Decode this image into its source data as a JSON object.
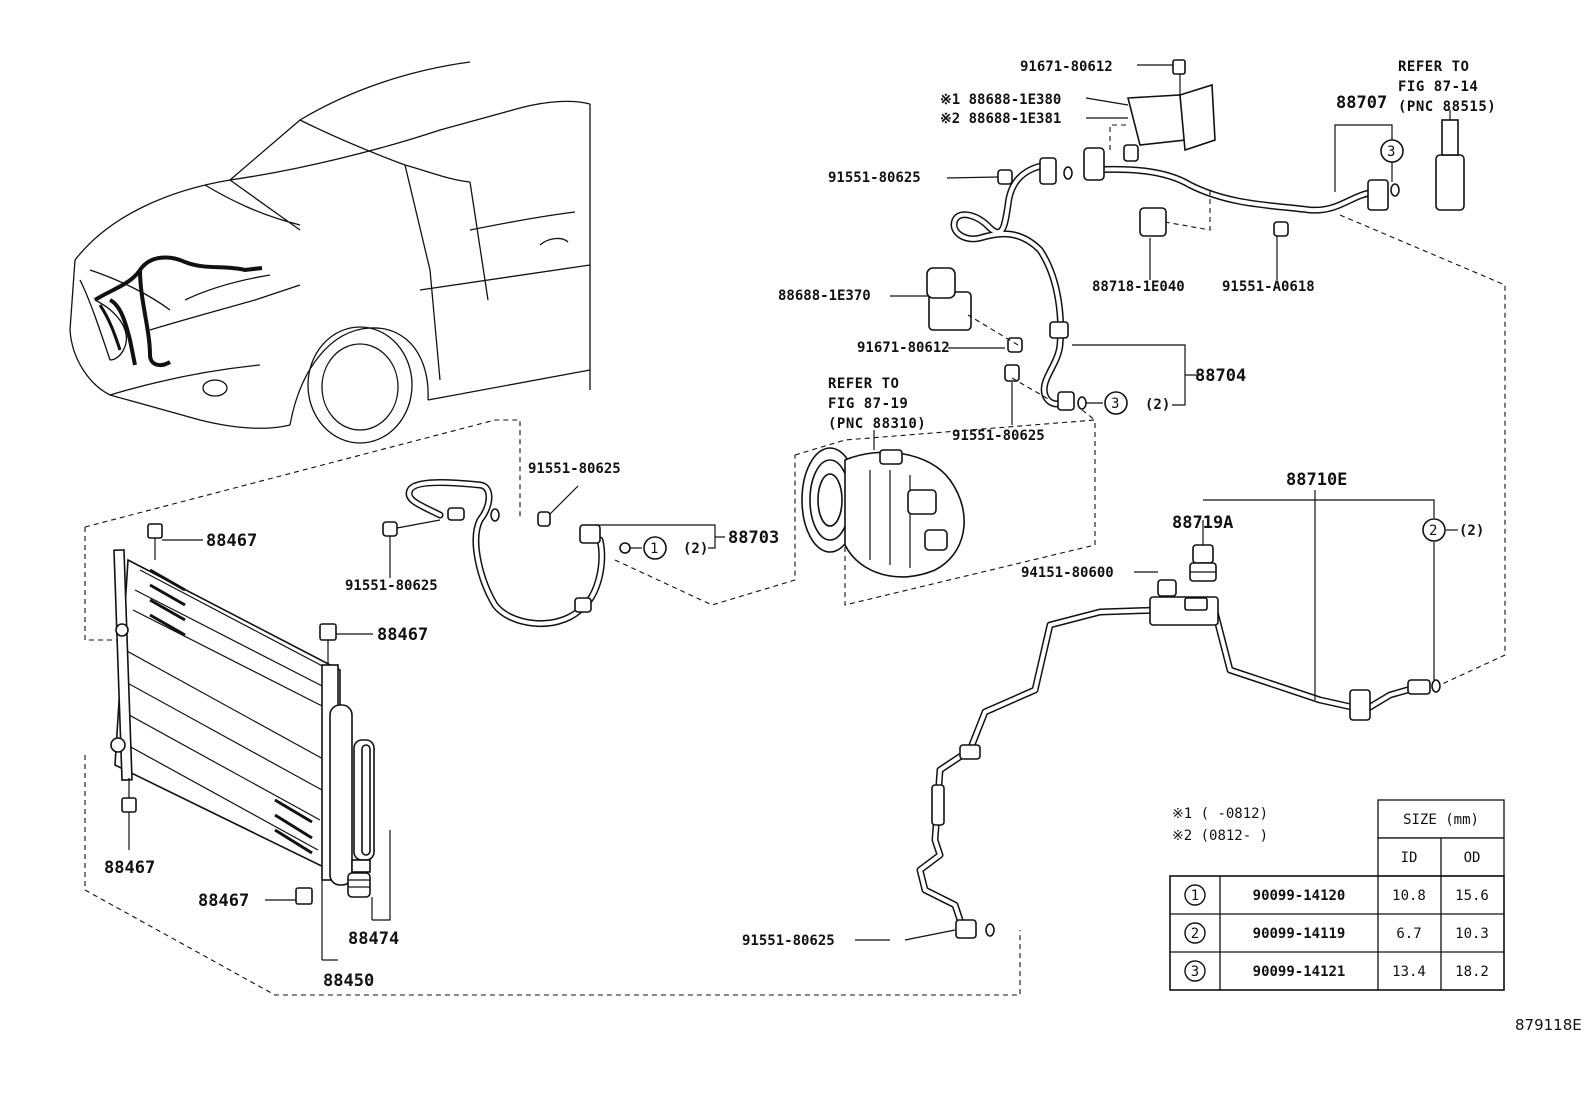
{
  "labels": {
    "p91671_top": "91671-80612",
    "n1_88688": "※1 88688-1E380",
    "n2_88688": "※2 88688-1E381",
    "p91551_a": "91551-80625",
    "refer_fig_87_14_l1": "REFER TO",
    "refer_fig_87_14_l2": "FIG 87-14",
    "refer_fig_87_14_l3": "(PNC 88515)",
    "p88707": "88707",
    "p88718": "88718-1E040",
    "p91551_a0618": "91551-A0618",
    "p88688_1e370": "88688-1E370",
    "p91671_mid": "91671-80612",
    "p88704": "88704",
    "p88704_qty": "(2)",
    "p91551_b": "91551-80625",
    "refer_fig_87_19_l1": "REFER TO",
    "refer_fig_87_19_l2": "FIG 87-19",
    "refer_fig_87_19_l3": "(PNC 88310)",
    "p91551_c": "91551-80625",
    "p88703": "88703",
    "p88703_qty": "(2)",
    "p91551_d": "91551-80625",
    "p88467_a": "88467",
    "p88467_b": "88467",
    "p88467_c": "88467",
    "p88467_d": "88467",
    "p88474": "88474",
    "p88450": "88450",
    "p88710e": "88710E",
    "p88710e_qty": "(2)",
    "p88719a": "88719A",
    "p94151": "94151-80600",
    "p91551_e": "91551-80625",
    "note1": "※1 (      -0812)",
    "note2": "※2 (0812-      )",
    "fig_id": "879118E"
  },
  "circles": {
    "c1": "1",
    "c2": "2",
    "c3": "3"
  },
  "size_table": {
    "header_size": "SIZE (mm)",
    "header_id": "ID",
    "header_od": "OD",
    "rows": [
      {
        "mark": "1",
        "part": "90099-14120",
        "id": "10.8",
        "od": "15.6"
      },
      {
        "mark": "2",
        "part": "90099-14119",
        "id": "6.7",
        "od": "10.3"
      },
      {
        "mark": "3",
        "part": "90099-14121",
        "id": "13.4",
        "od": "18.2"
      }
    ]
  }
}
